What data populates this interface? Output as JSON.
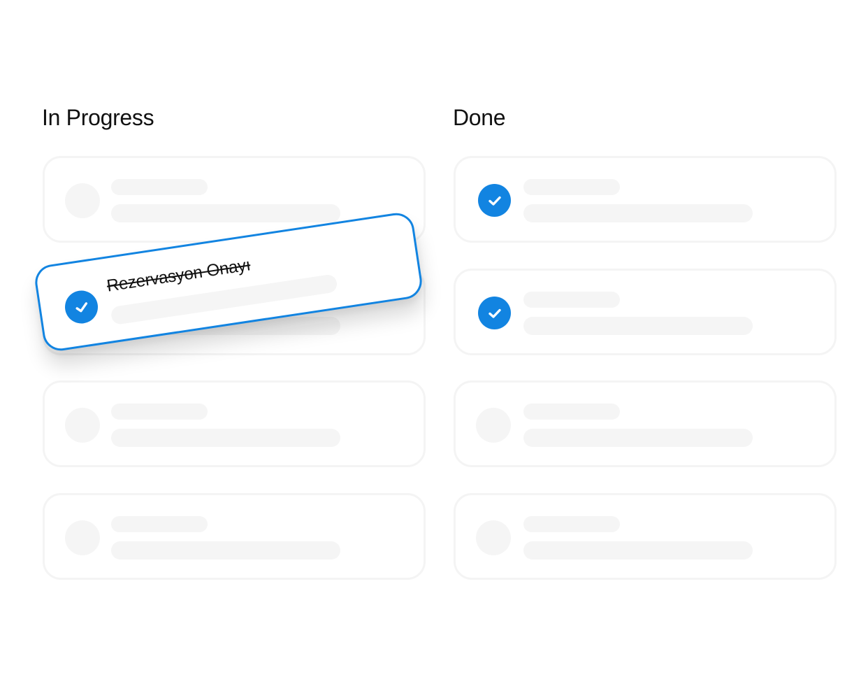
{
  "columns": {
    "in_progress": {
      "title": "In Progress"
    },
    "done": {
      "title": "Done"
    }
  },
  "dragged_card": {
    "title": "Rezervasyon Onayı",
    "completed": true,
    "icon": "check-circle-icon"
  },
  "colors": {
    "accent": "#1284e1",
    "placeholder": "#f5f5f5",
    "card_border": "#f4f4f4",
    "text": "#111111"
  }
}
